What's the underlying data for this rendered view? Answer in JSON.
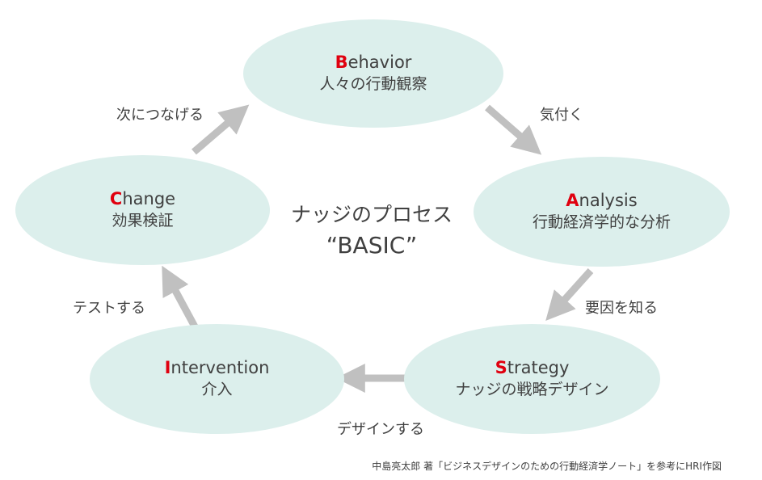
{
  "center": {
    "title": "ナッジのプロセス",
    "subtitle": "“BASIC”"
  },
  "nodes": {
    "behavior": {
      "initial": "B",
      "rest": "ehavior",
      "sub": "人々の行動観察"
    },
    "analysis": {
      "initial": "A",
      "rest": "nalysis",
      "sub": "行動経済学的な分析"
    },
    "strategy": {
      "initial": "S",
      "rest": "trategy",
      "sub": "ナッジの戦略デザイン"
    },
    "intervention": {
      "initial": "I",
      "rest": "ntervention",
      "sub": "介入"
    },
    "change": {
      "initial": "C",
      "rest": "hange",
      "sub": "効果検証"
    }
  },
  "edges": {
    "b_to_a": "気付く",
    "a_to_s": "要因を知る",
    "s_to_i": "デザインする",
    "i_to_c": "テストする",
    "c_to_b": "次につなげる"
  },
  "credit": "中島亮太郎 著「ビジネスデザインのための行動経済学ノート」を参考にHRI作図",
  "colors": {
    "node_fill": "#dcefec",
    "initial_letter": "#e0000f",
    "arrow": "#c0c0c0",
    "text": "#404040"
  }
}
